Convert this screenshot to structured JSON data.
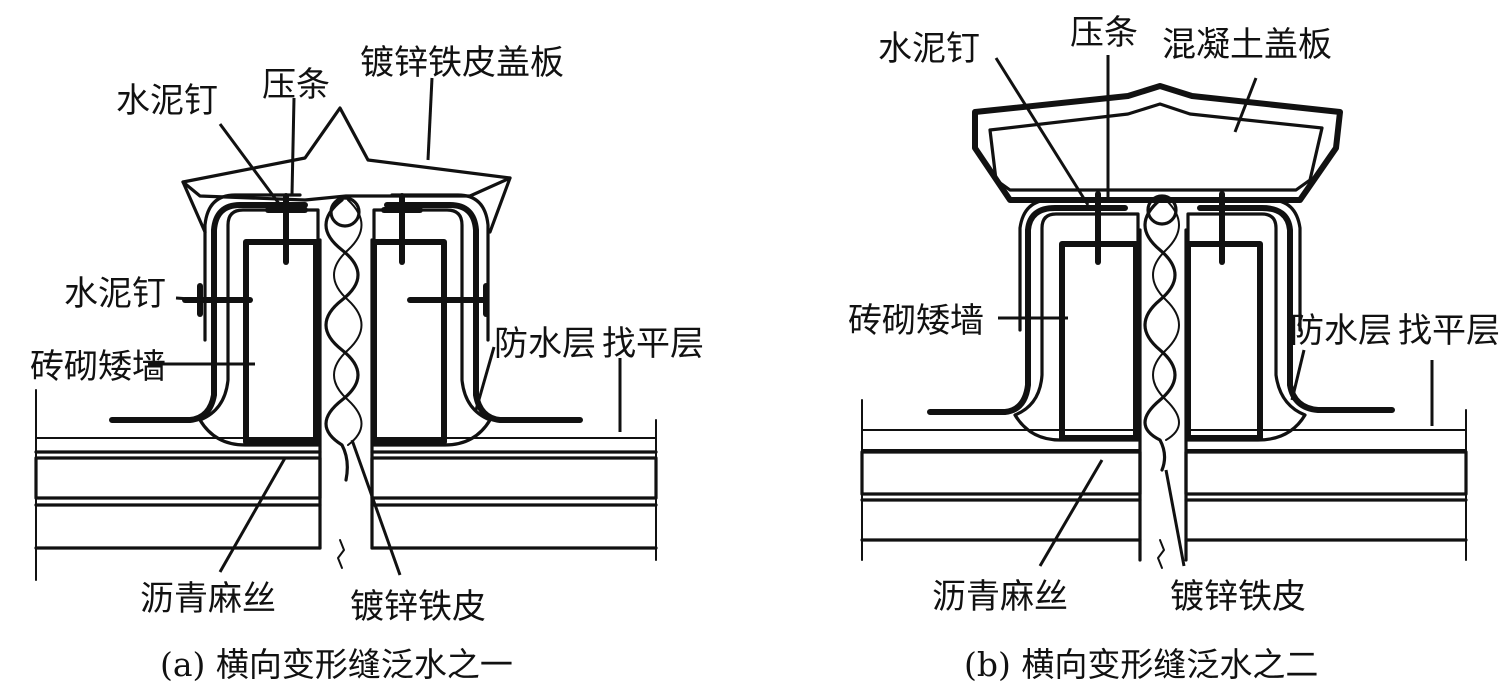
{
  "diagram_a": {
    "caption": "(a) 横向变形缝泛水之一",
    "labels": {
      "cover": "镀锌铁皮盖板",
      "strip": "压条",
      "nail_top": "水泥钉",
      "nail_side": "水泥钉",
      "wall": "砖砌矮墙",
      "waterproof": "防水层",
      "leveling": "找平层",
      "asphalt": "沥青麻丝",
      "iron": "镀锌铁皮"
    }
  },
  "diagram_b": {
    "caption": "(b) 横向变形缝泛水之二",
    "labels": {
      "nail": "水泥钉",
      "strip": "压条",
      "cover": "混凝土盖板",
      "wall": "砖砌矮墙",
      "waterproof": "防水层",
      "leveling": "找平层",
      "asphalt": "沥青麻丝",
      "iron": "镀锌铁皮"
    }
  }
}
